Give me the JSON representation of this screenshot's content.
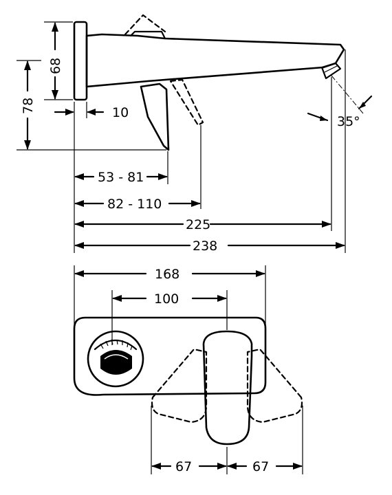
{
  "dimensions": {
    "side_view": {
      "height_68": "68",
      "height_78": "78",
      "offset_10": "10",
      "range_53_81": "53 - 81",
      "range_82_110": "82 - 110",
      "length_225": "225",
      "length_238": "238",
      "angle_35": "35°"
    },
    "front_view": {
      "width_168": "168",
      "width_100": "100",
      "swing_left_67": "67",
      "swing_right_67": "67"
    }
  },
  "colors": {
    "line": "#000000",
    "background": "#ffffff"
  }
}
